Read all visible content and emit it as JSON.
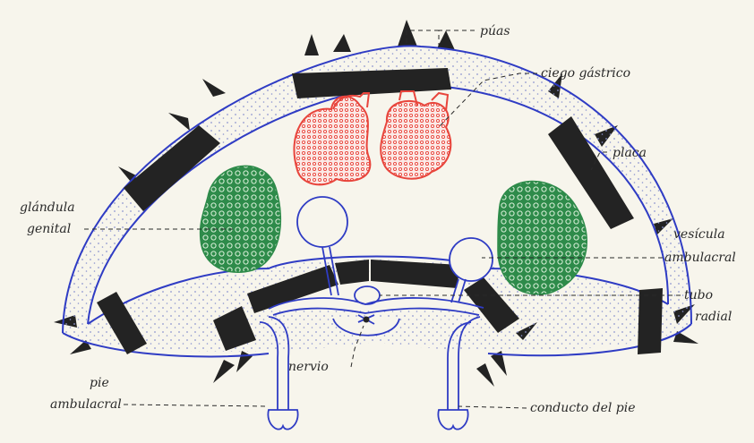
{
  "labels": {
    "puas": "púas",
    "ciego_gastrico": "ciego gástrico",
    "placa": "placa",
    "glandula_genital_1": "glándula",
    "glandula_genital_2": "genital",
    "vesicula_ambulacral_1": "vesícula",
    "vesicula_ambulacral_2": "ambulacral",
    "tubo_radial_1": "tubo",
    "tubo_radial_2": "radial",
    "nervio": "nervio",
    "pie_ambulacral_1": "pie",
    "pie_ambulacral_2": "ambulacral",
    "conducto_del_pie": "conducto del pie"
  },
  "colors": {
    "background": "#f7f5ec",
    "outline": "#2f3cc4",
    "plate": "#232323",
    "stipple": "#9aa2d8",
    "gonad": "#2e8b4a",
    "caecum": "#e8453c",
    "ink": "#2a2a2a"
  }
}
